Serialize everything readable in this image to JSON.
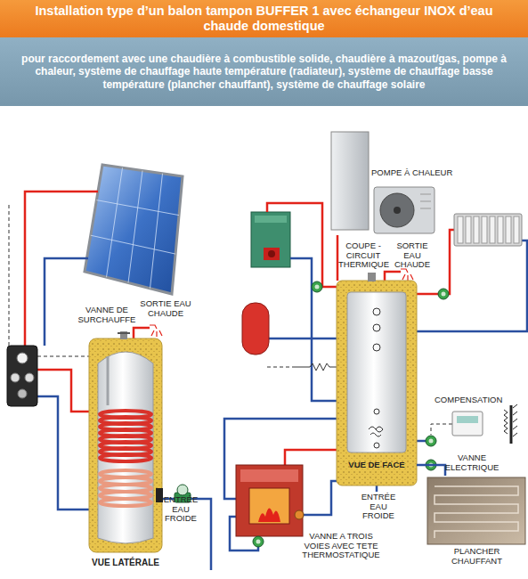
{
  "diagram": {
    "title": "Installation type d’un balon tampon BUFFER 1 avec échangeur INOX d’eau chaude domestique",
    "nodes": [
      {
        "text": [
          "pour raccordement avec une chaudière à combustible solide, chaudière à mazout/gas, pompe à chaleur, système de chauffage haute température (radiateur), système de chauffage basse température (plancher chauffant), système de chauffage solaire"
        ]
      },
      {
        "text": [
          "POMPE À CHALEUR"
        ]
      },
      {
        "text": [
          "VUE LATÉRALE"
        ]
      },
      {
        "text": [
          "VUE DE FACE"
        ]
      },
      {
        "text": [
          "COMPENSATION"
        ]
      },
      {
        "text": [
          "PLANCHER CHAUFFANT"
        ]
      }
    ],
    "edges": [
      {
        "from": 1,
        "to": 3,
        "arrow": "none"
      },
      {
        "from": 3,
        "to": 5,
        "arrow": "none"
      }
    ],
    "labels": [
      "COUPE -CIRCUIT THERMIQUE",
      "SORTIE EAU CHAUDE",
      "VANNE DE SURCHAUFFE",
      "SORTIE EAU CHAUDE",
      "ENTRÉE EAU FROIDE",
      "VANNE ELECTRIQUE",
      "ENTRÉE EAU FROIDE",
      "VANNE A TROIS VOIES AVEC TETE THERMOSTATIQUE"
    ]
  }
}
